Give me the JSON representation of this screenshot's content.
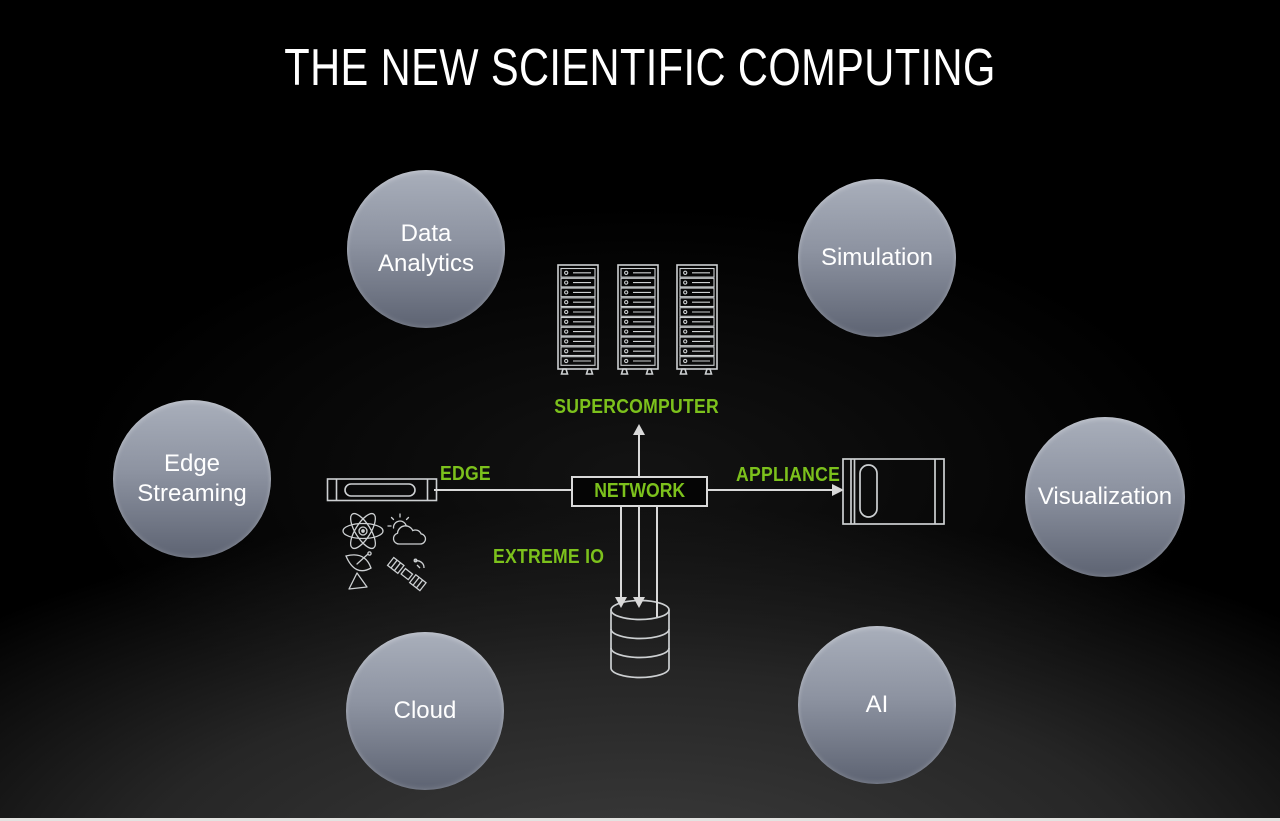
{
  "title": "THE NEW SCIENTIFIC COMPUTING",
  "bubbles": [
    {
      "id": "data-analytics",
      "label": "Data Analytics"
    },
    {
      "id": "simulation",
      "label": "Simulation"
    },
    {
      "id": "edge-streaming",
      "label": "Edge Streaming"
    },
    {
      "id": "visualization",
      "label": "Visualization"
    },
    {
      "id": "cloud",
      "label": "Cloud"
    },
    {
      "id": "ai",
      "label": "AI"
    }
  ],
  "diagram": {
    "network_label": "NETWORK",
    "edge_label": "EDGE",
    "appliance_label": "APPLIANCE",
    "supercomputer_label": "SUPERCOMPUTER",
    "extreme_io_label": "EXTREME IO",
    "icons": {
      "supercomputer": "server-racks-icon",
      "edge_device": "rack-server-icon",
      "edge_sources": [
        "atom-icon",
        "weather-icon",
        "satellite-dish-icon",
        "satellite-icon"
      ],
      "appliance": "appliance-box-icon",
      "storage": "database-icon"
    }
  },
  "colors": {
    "accent_green": "#7cc11c",
    "line_gray": "#d9d9d9",
    "icon_stroke": "#cdd0d2",
    "circle_gradient_top": "#a9afbb",
    "circle_gradient_bottom": "#5d6372",
    "background": "#000000",
    "bottom_strip": "#e3e3e1"
  }
}
